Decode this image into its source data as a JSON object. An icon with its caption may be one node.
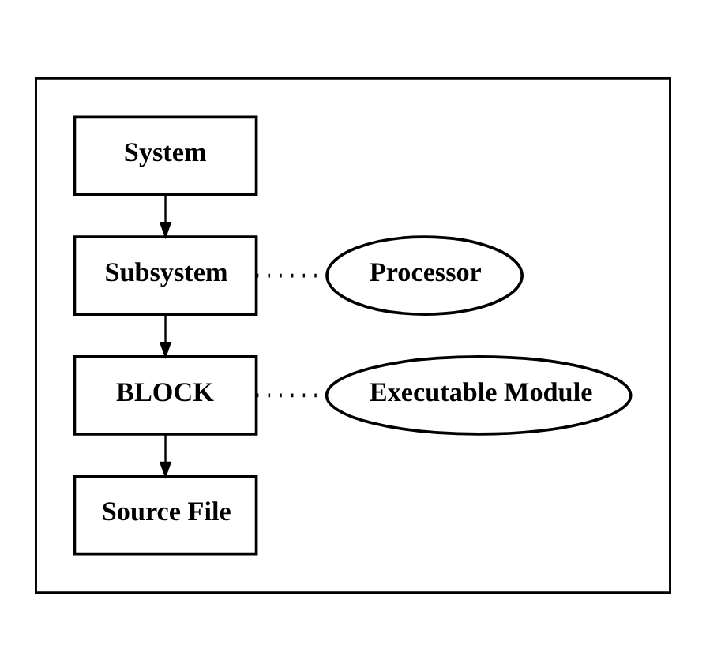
{
  "diagram": {
    "nodes": [
      {
        "text": [],
        "shape": "box"
      },
      {
        "text": [
          "System"
        ],
        "in": 0
      },
      {
        "text": [
          "Subsystem"
        ],
        "in": 0
      },
      {
        "text": [
          "Processor"
        ],
        "in": 0
      },
      {
        "text": [
          "BLOCK"
        ],
        "in": 0
      },
      {
        "text": [
          "Executable Module"
        ],
        "in": 0
      },
      {
        "text": [
          "Source File"
        ],
        "in": 0
      }
    ],
    "edges": [
      {
        "from": 1,
        "to": 2,
        "arrow": "to"
      },
      {
        "from": 2,
        "to": 3,
        "arrow": "none",
        "style": "dashed"
      },
      {
        "from": 2,
        "to": 4,
        "arrow": "to"
      },
      {
        "from": 4,
        "to": 5,
        "arrow": "none",
        "style": "dashed"
      },
      {
        "from": 4,
        "to": 6,
        "arrow": "to"
      }
    ]
  }
}
